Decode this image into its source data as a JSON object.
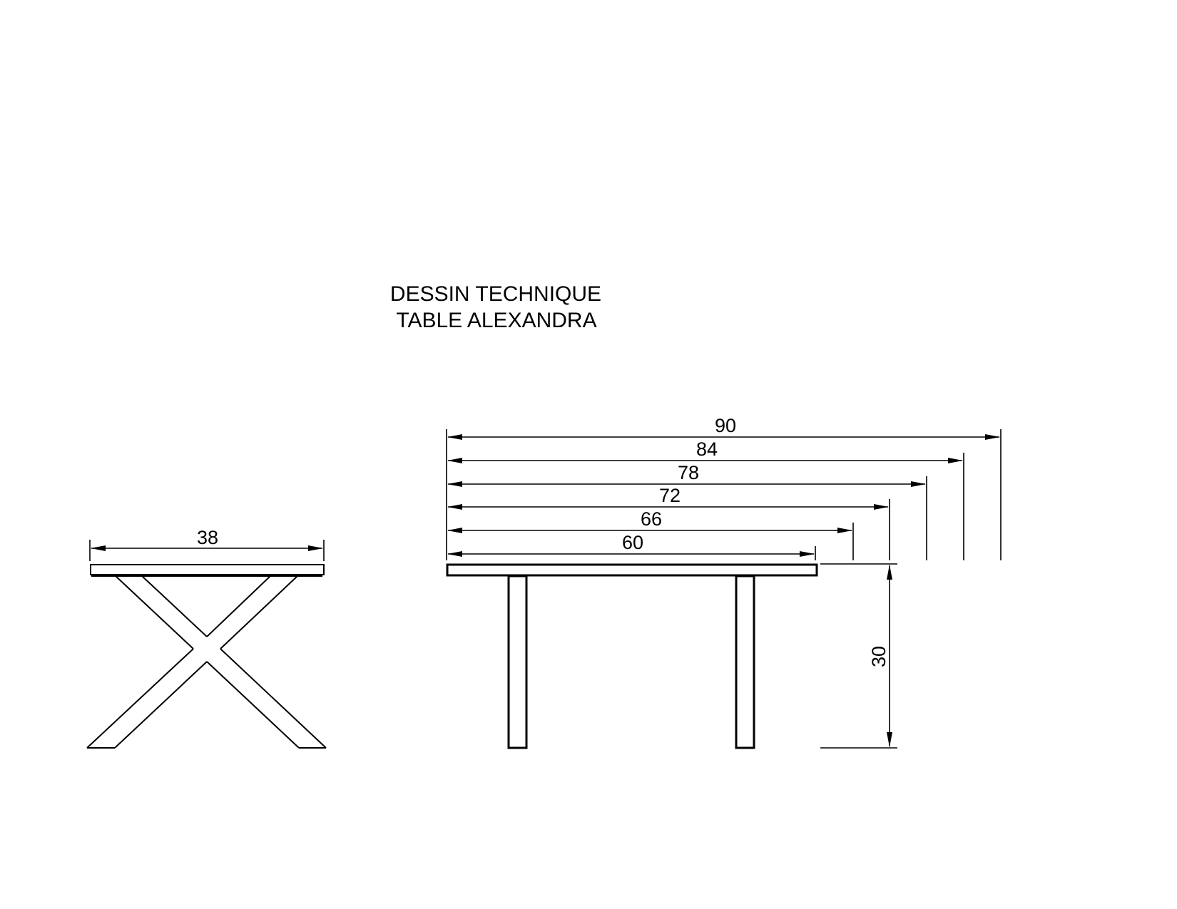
{
  "title": {
    "line1": "DESSIN TECHNIQUE",
    "line2": "TABLE ALEXANDRA"
  },
  "side_view": {
    "width_label": "38"
  },
  "front_view": {
    "length_labels": [
      "90",
      "84",
      "78",
      "72",
      "66",
      "60"
    ],
    "height_label": "30"
  },
  "colors": {
    "line": "#000000",
    "background": "#ffffff"
  }
}
